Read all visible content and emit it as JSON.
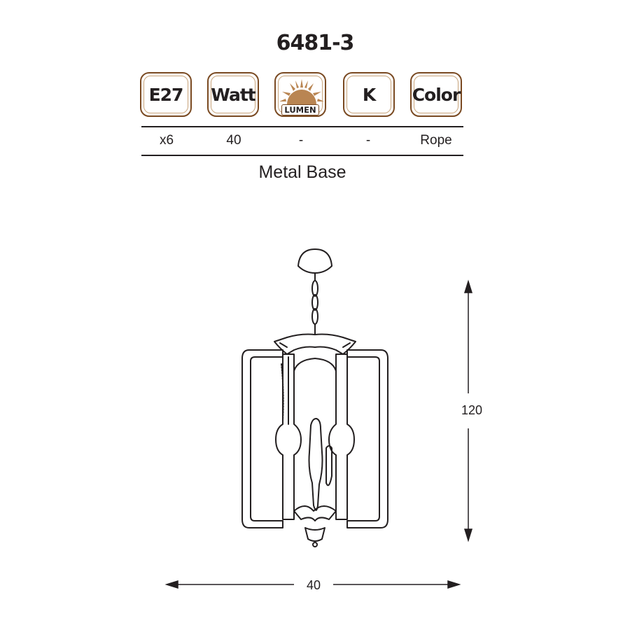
{
  "product": {
    "model": "6481-3"
  },
  "specs": {
    "icons": [
      {
        "label": "E27",
        "name": "socket-type"
      },
      {
        "label": "Watt",
        "name": "wattage"
      },
      {
        "label": "LUMEN",
        "name": "lumen",
        "icon": "sun-icon"
      },
      {
        "label": "K",
        "name": "color-temperature"
      },
      {
        "label": "Color",
        "name": "color"
      }
    ],
    "values": [
      "x6",
      "40",
      "-",
      "-",
      "Rope"
    ]
  },
  "material": "Metal Base",
  "dimensions": {
    "height": "120",
    "width": "40"
  },
  "colors": {
    "icon_border": "#7a4a22",
    "icon_sun": "#b98552",
    "text": "#231f20"
  }
}
